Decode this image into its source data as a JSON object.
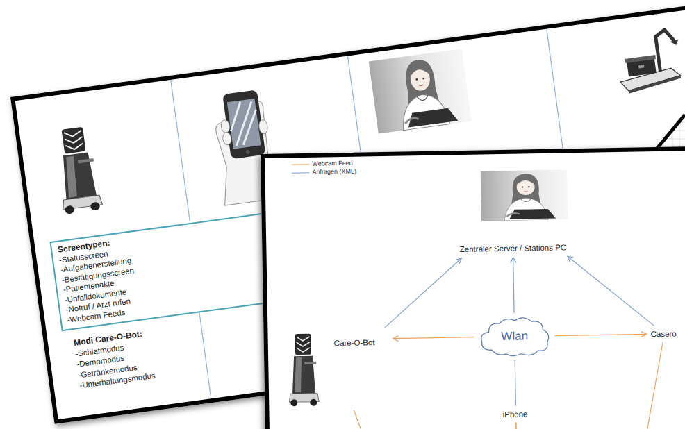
{
  "diagram": {
    "nodes": [
      {
        "text": [
          "Screentypen:",
          "-Statusscreen",
          "-Aufgabenerstellung",
          "-Bestätigungsscreen",
          "-Patientenakte",
          "-Unfalldokumente",
          "-Notruf / Arzt rufen",
          "-Webcam Feeds"
        ]
      },
      {
        "text": [
          "Zentraler Server / Stations PC"
        ]
      },
      {
        "text": [
          "Care-O-Bot"
        ]
      },
      {
        "text": [
          "Wlan"
        ]
      },
      {
        "text": [
          "Casero"
        ]
      },
      {
        "text": [
          "iPhone"
        ]
      }
    ],
    "edges": [
      {
        "from": 3,
        "to": 2,
        "arrow": "to"
      },
      {
        "from": 3,
        "to": 4,
        "arrow": "to"
      },
      {
        "from": 3,
        "to": 1,
        "arrow": "to"
      },
      {
        "from": 5,
        "to": 3,
        "arrow": "none"
      },
      {
        "from": 2,
        "to": 1,
        "arrow": "to"
      },
      {
        "from": 4,
        "to": 1,
        "arrow": "to"
      },
      {
        "from": 2,
        "to": 5,
        "arrow": "none"
      },
      {
        "from": 4,
        "to": 5,
        "arrow": "none"
      }
    ],
    "labels": [
      "Modi Care-O-Bot:",
      "-Schlafmodus",
      "-Demomodus",
      "-Getränkemodus",
      "-Unterhaltungsmodus"
    ],
    "legend": [
      {
        "text": "Webcam Feed"
      },
      {
        "text": "Anfragen (XML)"
      }
    ]
  }
}
